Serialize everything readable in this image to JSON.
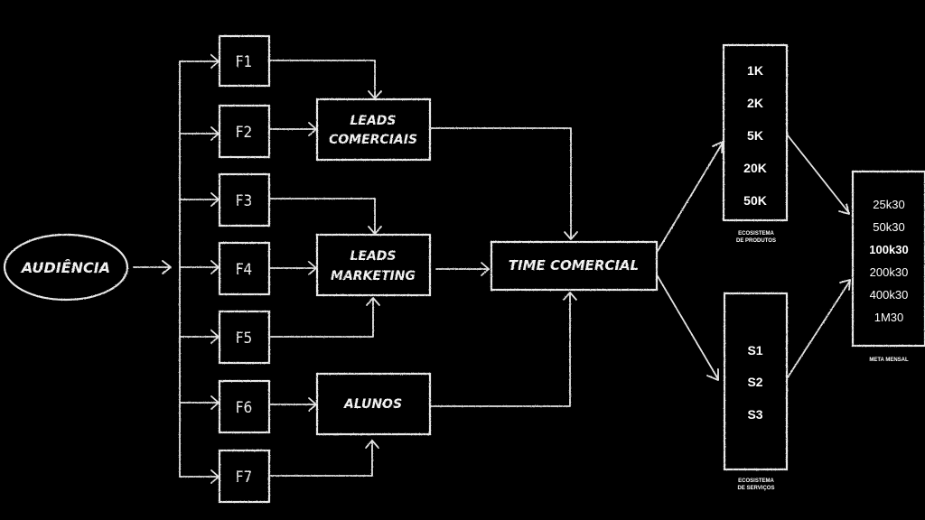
{
  "diagram": {
    "source": {
      "label": "AUDIÊNCIA"
    },
    "funnels": [
      {
        "id": "F1",
        "label": "F1",
        "target": "leads_comerciais"
      },
      {
        "id": "F2",
        "label": "F2",
        "target": "leads_comerciais"
      },
      {
        "id": "F3",
        "label": "F3",
        "target": "leads_marketing"
      },
      {
        "id": "F4",
        "label": "F4",
        "target": "leads_marketing"
      },
      {
        "id": "F5",
        "label": "F5",
        "target": "leads_marketing"
      },
      {
        "id": "F6",
        "label": "F6",
        "target": "alunos"
      },
      {
        "id": "F7",
        "label": "F7",
        "target": "alunos"
      }
    ],
    "groups": {
      "leads_comerciais": {
        "line1": "LEADS",
        "line2": "COMERCIAIS"
      },
      "leads_marketing": {
        "line1": "LEADS",
        "line2": "MARKETING"
      },
      "alunos": {
        "label": "ALUNOS"
      }
    },
    "team": {
      "label": "TIME COMERCIAL"
    },
    "ecosystems": {
      "produtos": {
        "items": [
          "1K",
          "2K",
          "5K",
          "20K",
          "50K"
        ],
        "caption_line1": "ECOSISTEMA",
        "caption_line2": "DE PRODUTOS"
      },
      "servicos": {
        "items": [
          "S1",
          "S2",
          "S3"
        ],
        "caption_line1": "ECOSISTEMA",
        "caption_line2": "DE SERVIÇOS"
      }
    },
    "goal": {
      "items": [
        {
          "label": "25k30",
          "emphasis": false
        },
        {
          "label": "50k30",
          "emphasis": false
        },
        {
          "label": "100k30",
          "emphasis": true
        },
        {
          "label": "200k30",
          "emphasis": false
        },
        {
          "label": "400k30",
          "emphasis": false
        },
        {
          "label": "1M30",
          "emphasis": false
        }
      ],
      "caption": "META MENSAL"
    },
    "colors": {
      "background": "#000000",
      "stroke": "#e8e8e8",
      "text": "#ffffff"
    }
  }
}
